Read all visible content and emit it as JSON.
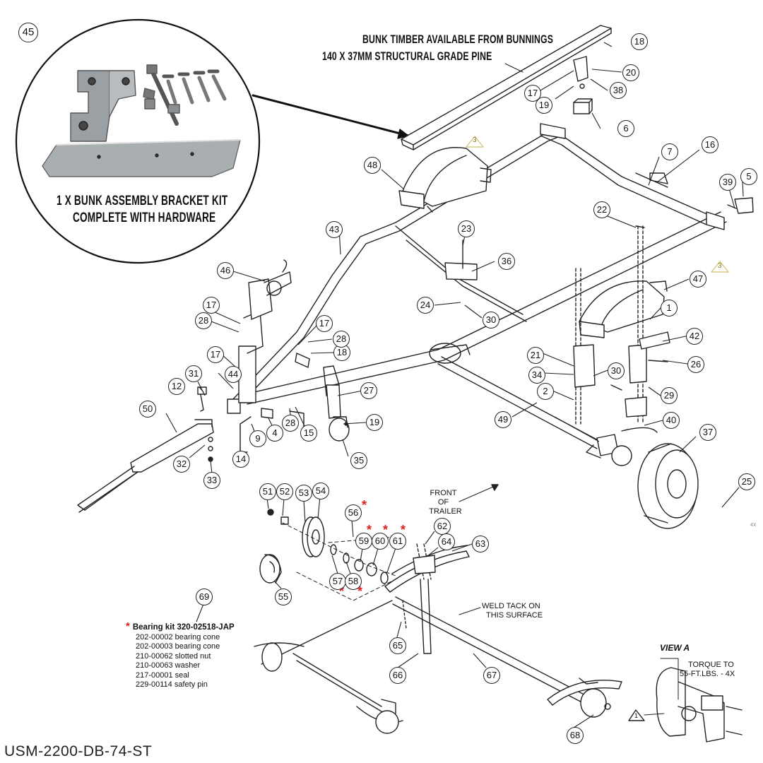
{
  "inset": {
    "number": "45",
    "caption_line1": "1 X BUNK ASSEMBLY BRACKET KIT",
    "caption_line2": "COMPLETE WITH HARDWARE"
  },
  "bunk_note": {
    "line1": "BUNK TIMBER AVAILABLE FROM BUNNINGS",
    "line2": "140 X 37MM STRUCTURAL GRADE PINE"
  },
  "front_note": {
    "line1": "FRONT OF",
    "line2": "TRAILER"
  },
  "weld_note": {
    "line1": "WELD TACK ON",
    "line2": "THIS SURFACE"
  },
  "view_a": {
    "title": "VIEW A",
    "torque_line1": "TORQUE TO",
    "torque_line2": "55-FT.LBS. - 4X",
    "flag": "1"
  },
  "revision_flags": [
    "3",
    "3"
  ],
  "bearing_kit": {
    "title": "Bearing kit 320-02518-JAP",
    "items": [
      "202-00002 bearing cone",
      "202-00003 bearing cone",
      "210-00062 slotted nut",
      "210-00063 washer",
      "217-00001 seal",
      "229-00114 safety pin"
    ]
  },
  "part_numbers": [
    "1",
    "2",
    "4",
    "5",
    "6",
    "7",
    "9",
    "12",
    "14",
    "15",
    "16",
    "17",
    "18",
    "19",
    "20",
    "21",
    "22",
    "23",
    "24",
    "25",
    "26",
    "27",
    "28",
    "29",
    "30",
    "31",
    "32",
    "33",
    "34",
    "35",
    "36",
    "37",
    "38",
    "39",
    "40",
    "42",
    "43",
    "44",
    "46",
    "47",
    "48",
    "49",
    "50",
    "51",
    "52",
    "53",
    "54",
    "55",
    "56",
    "57",
    "58",
    "59",
    "60",
    "61",
    "62",
    "63",
    "64",
    "65",
    "66",
    "67",
    "68",
    "69"
  ],
  "edge_text": "4X",
  "model": "USM-2200-DB-74-ST"
}
